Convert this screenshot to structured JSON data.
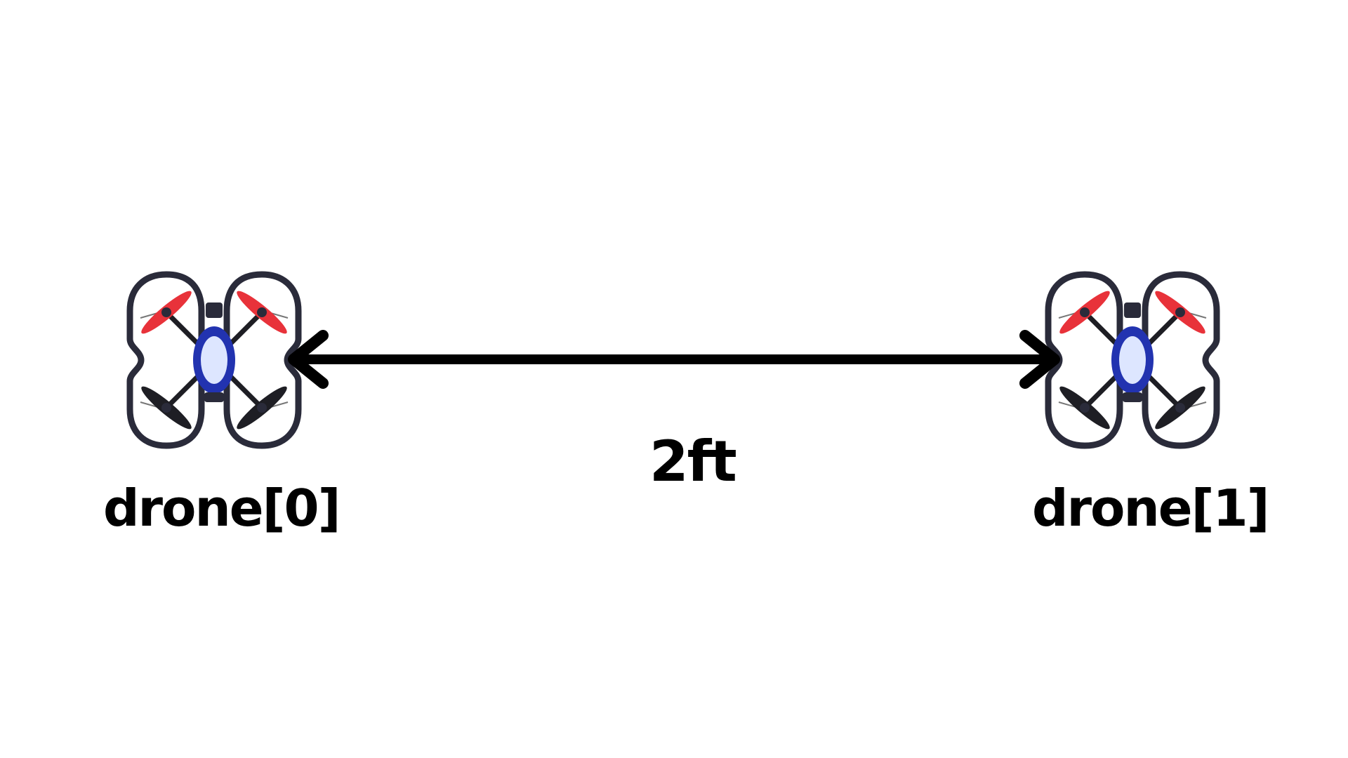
{
  "diagram": {
    "drones": [
      {
        "label": "drone[0]"
      },
      {
        "label": "drone[1]"
      }
    ],
    "distance_label": "2ft",
    "colors": {
      "frame": "#2a2b3a",
      "prop_front": "#e8323a",
      "prop_rear": "#1e1e24",
      "body": "#2233b0",
      "body_light": "#dde6ff",
      "arrow": "#000000",
      "text": "#000000"
    }
  }
}
